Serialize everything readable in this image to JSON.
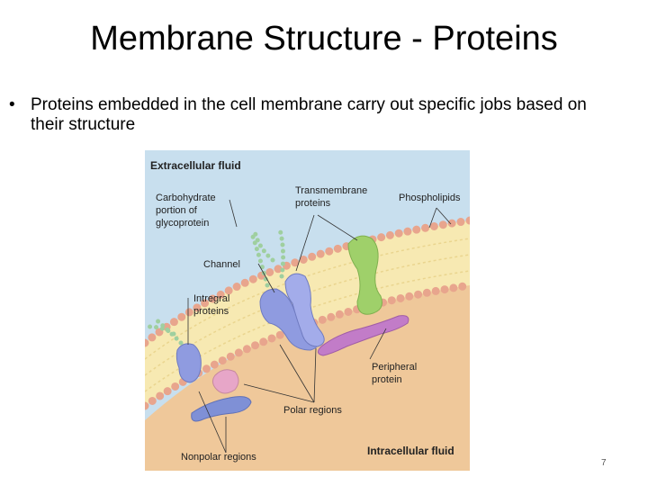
{
  "slide": {
    "title": "Membrane Structure - Proteins",
    "bullet_symbol": "•",
    "bullet_text": "Proteins embedded in the cell membrane carry out specific jobs based on their structure",
    "page_number": "7"
  },
  "figure": {
    "label_extracellular": "Extracellular fluid",
    "label_intracellular": "Intracellular fluid",
    "label_carbohydrate_line1": "Carbohydrate",
    "label_carbohydrate_line2": "portion of",
    "label_carbohydrate_line3": "glycoprotein",
    "label_transmembrane_line1": "Transmembrane",
    "label_transmembrane_line2": "proteins",
    "label_phospholipids": "Phospholipids",
    "label_channel": "Channel",
    "label_integral_line1": "Intregral",
    "label_integral_line2": "proteins",
    "label_peripheral_line1": "Peripheral",
    "label_peripheral_line2": "protein",
    "label_polar": "Polar regions",
    "label_nonpolar": "Nonpolar regions",
    "colors": {
      "extracellular": "#c8dfee",
      "intracellular": "#efc89a",
      "bilayer_tails": "#f7e9b2",
      "phospholipid_heads": "#e8a58d",
      "integral_protein": "#8f9be0",
      "transmembrane_protein": "#9fd06a",
      "peripheral_protein": "#c27cc8",
      "carbohydrate": "#9fcf9f"
    }
  }
}
